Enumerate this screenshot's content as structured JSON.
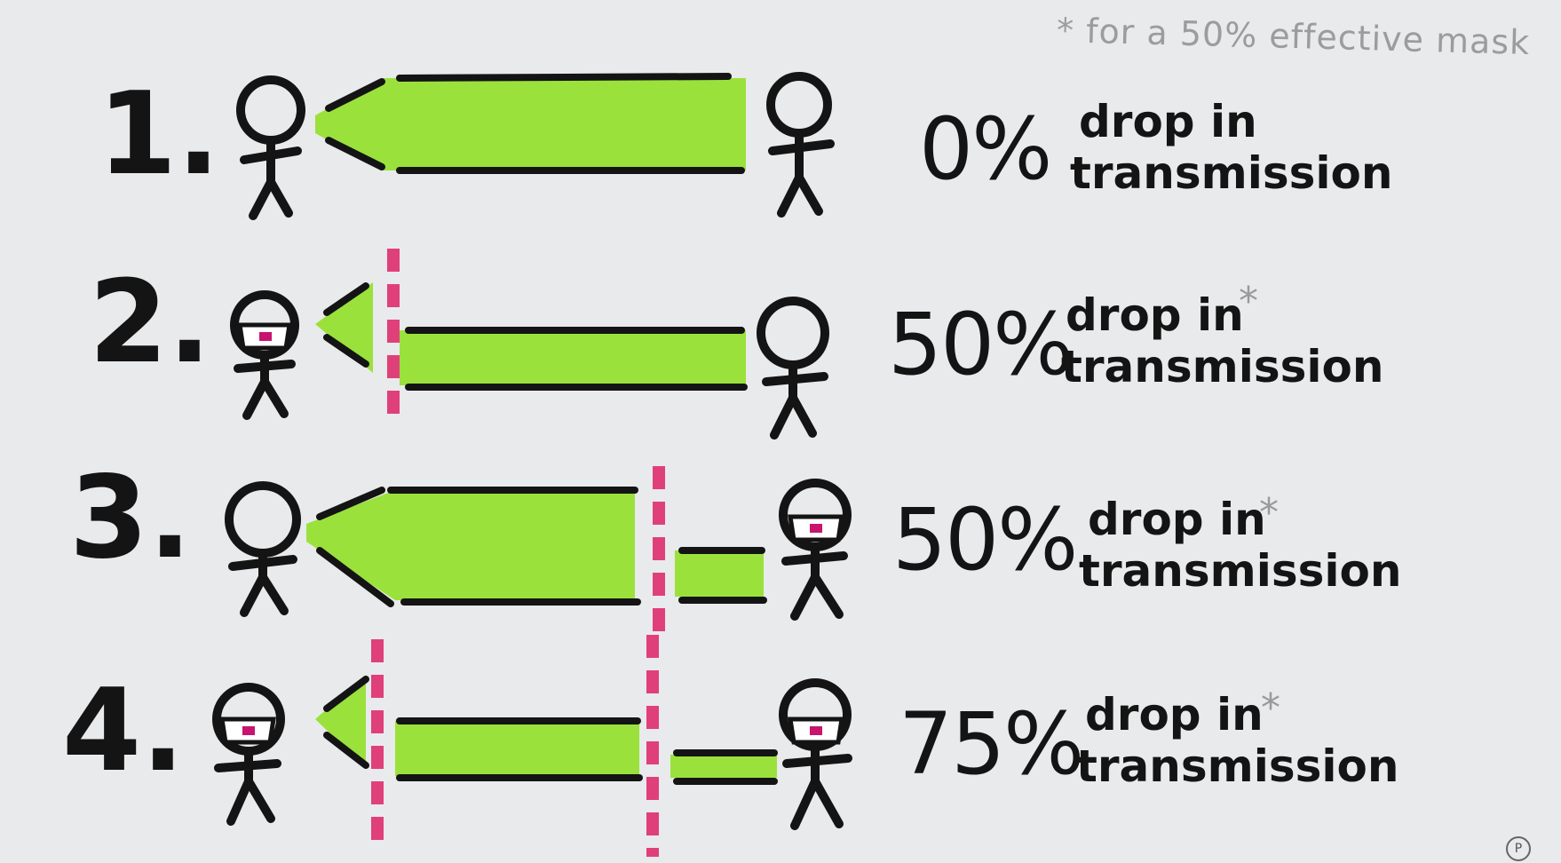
{
  "footnote": "* for a 50% effective mask",
  "rows": [
    {
      "number": "1.",
      "percent": "0%",
      "line1": "drop in",
      "line2": "transmission",
      "asterisk": ""
    },
    {
      "number": "2.",
      "percent": "50%",
      "line1": "drop in",
      "line2": "transmission",
      "asterisk": "*"
    },
    {
      "number": "3.",
      "percent": "50%",
      "line1": "drop in",
      "line2": "transmission",
      "asterisk": "*"
    },
    {
      "number": "4.",
      "percent": "75%",
      "line1": "drop in",
      "line2": "transmission",
      "asterisk": "*"
    }
  ],
  "colors": {
    "spray": "#9be13c",
    "mask_line": "#e0407a",
    "ink": "#141414",
    "note": "#9c9c9c",
    "mask_inner": "#c8146e"
  },
  "icons": [
    "stick-figure-icon",
    "masked-stick-figure-icon",
    "mask-barrier-line"
  ],
  "logo_letter": "P"
}
